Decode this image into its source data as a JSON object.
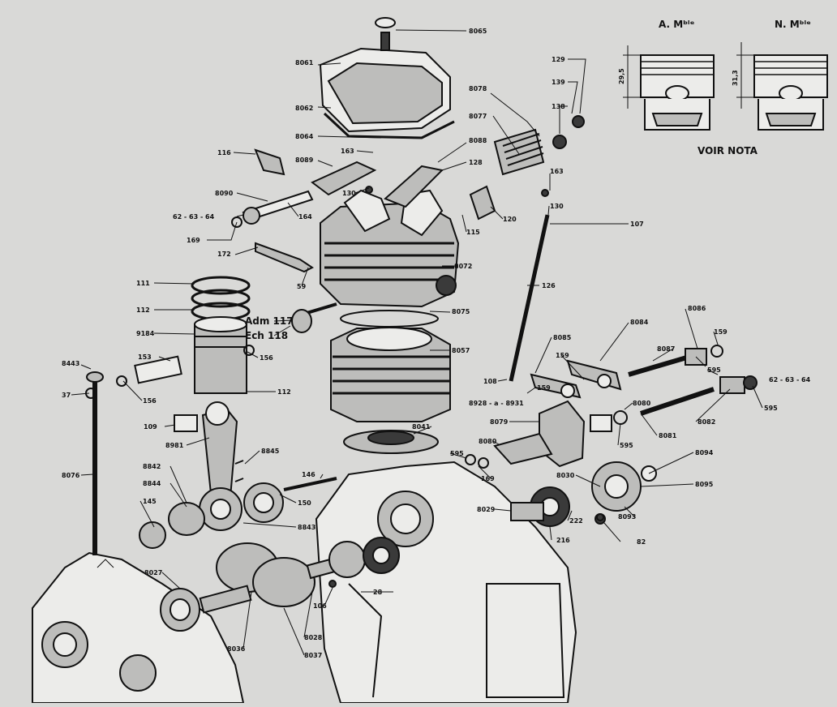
{
  "header": {
    "piston_a_label": "A. Mᵇˡᵉ",
    "piston_n_label": "N. Mᵇˡᵉ",
    "dim_a": "29,5",
    "dim_n": "31,3",
    "note": "VOIR NOTA"
  },
  "callouts": {
    "c8065": "8065",
    "c8061": "8061",
    "c8062": "8062",
    "c8064": "8064",
    "c8078": "8078",
    "c8077": "8077",
    "c8088": "8088",
    "c129": "129",
    "c139": "139",
    "c138": "138",
    "c116": "116",
    "c8089": "8089",
    "c163a": "163",
    "c128": "128",
    "c163b": "163",
    "c8090": "8090",
    "c130a": "130",
    "c130b": "130",
    "c626364a": "62 - 63 - 64",
    "c164": "164",
    "c120": "120",
    "c169a": "169",
    "c115": "115",
    "c107": "107",
    "c172": "172",
    "c8072": "8072",
    "c111": "111",
    "c59": "59",
    "c126": "126",
    "c112a": "112",
    "c117": "Adm 117",
    "c118": "Ech 118",
    "c8075": "8075",
    "c9184": "9184",
    "c8084": "8084",
    "c8086": "8086",
    "c8085": "8085",
    "c159a": "159",
    "c156a": "156",
    "c8057": "8057",
    "c153": "153",
    "c8443": "8443",
    "c159b": "159",
    "c8087": "8087",
    "c37": "37",
    "c156b": "156",
    "c112b": "112",
    "c108": "108",
    "c595a": "595",
    "c626364b": "62 - 63 - 64",
    "c159c": "159",
    "c8928": "8928 - a - 8931",
    "c8080a": "8080",
    "c595b": "595",
    "c109": "109",
    "c8041": "8041",
    "c8079": "8079",
    "c8082": "8082",
    "c8981": "8981",
    "c8845": "8845",
    "c595c": "595",
    "c8081": "8081",
    "c8080b": "8080",
    "c8076": "8076",
    "c8842": "8842",
    "c146": "146",
    "c169b": "169",
    "c8094": "8094",
    "c8844": "8844",
    "c8030": "8030",
    "c8095": "8095",
    "c150": "150",
    "c145": "145",
    "c8029": "8029",
    "c222": "222",
    "c8093": "8093",
    "c8843": "8843",
    "c82": "82",
    "c216": "216",
    "c8027": "8027",
    "c28": "28",
    "c106": "106",
    "c8028": "8028",
    "c8036": "8036",
    "c8037": "8037"
  }
}
